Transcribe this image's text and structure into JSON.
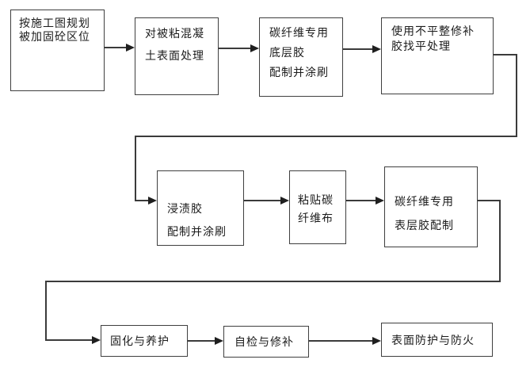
{
  "flowchart": {
    "background_color": "#ffffff",
    "line_color": "#3b3b3b",
    "text_color": "#1c1c1c",
    "nodes": [
      {
        "id": 1,
        "lines": [
          "按施工图规划",
          "被加固砼区位"
        ]
      },
      {
        "id": 2,
        "lines": [
          "对被粘混凝",
          "土表面处理"
        ]
      },
      {
        "id": 3,
        "lines": [
          "碳纤维专用",
          "底层胶",
          "配制并涂刷"
        ]
      },
      {
        "id": 4,
        "lines": [
          "使用不平整修补",
          "胶找平处理"
        ]
      },
      {
        "id": 5,
        "lines": [
          "浸渍胶",
          "配制并涂刷"
        ]
      },
      {
        "id": 6,
        "lines": [
          "粘贴碳",
          "纤维布"
        ]
      },
      {
        "id": 7,
        "lines": [
          "碳纤维专用",
          "表层胶配制"
        ]
      },
      {
        "id": 8,
        "lines": [
          "固化与养护"
        ]
      },
      {
        "id": 9,
        "lines": [
          "自检与修补"
        ]
      },
      {
        "id": 10,
        "lines": [
          "表面防护与防火"
        ]
      }
    ],
    "edges": [
      {
        "from": 1,
        "to": 2
      },
      {
        "from": 2,
        "to": 3
      },
      {
        "from": 3,
        "to": 4
      },
      {
        "from": 4,
        "to": 5
      },
      {
        "from": 5,
        "to": 6
      },
      {
        "from": 6,
        "to": 7
      },
      {
        "from": 7,
        "to": 8
      },
      {
        "from": 8,
        "to": 9
      },
      {
        "from": 9,
        "to": 10
      }
    ]
  }
}
